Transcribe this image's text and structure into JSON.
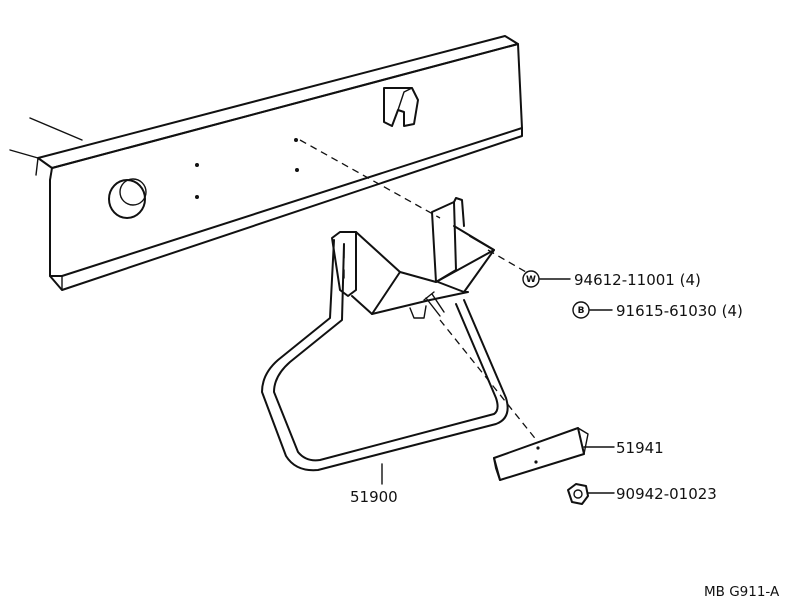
{
  "parts": [
    {
      "number": "94612-11001",
      "qty": "(4)",
      "symbol": "W"
    },
    {
      "number": "91615-61030",
      "qty": "(4)",
      "symbol": "B"
    },
    {
      "number": "51941",
      "qty": ""
    },
    {
      "number": "90942-01023",
      "qty": ""
    },
    {
      "number": "51900",
      "qty": ""
    }
  ],
  "reference_code": "MB G911-A"
}
